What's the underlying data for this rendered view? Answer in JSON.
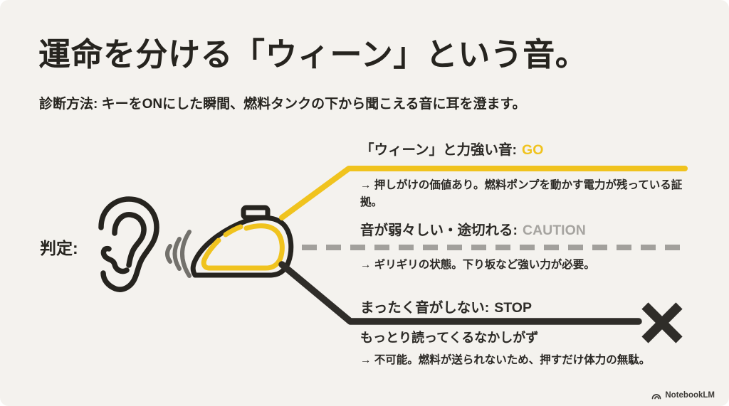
{
  "colors": {
    "bg": "#f4f2ee",
    "ink": "#26241f",
    "yellow": "#f0c31e",
    "gray": "#a2a09c",
    "dark": "#2f2d29",
    "wave": "#73716c",
    "text": "#2b2925",
    "caution": "#a6a4a0"
  },
  "title": "運命を分ける「ウィーン」という音。",
  "subtitle": "診断方法: キーをONにした瞬間、燃料タンクの下から聞こえる音に耳を澄ます。",
  "judgment": {
    "label": "判定:"
  },
  "branches": [
    {
      "label": "「ウィーン」と力強い音:",
      "verdict": "GO",
      "line_style": "solid-yellow",
      "description": "→ 押しがけの価値あり。燃料ポンプを動かす電力が残っている証拠。"
    },
    {
      "label": "音が弱々しい・途切れる:",
      "verdict": "CAUTION",
      "line_style": "dashed-gray",
      "description": "→ ギリギリの状態。下り坂など強い力が必要。"
    },
    {
      "label": "まったく音がしない:",
      "verdict": "STOP",
      "line_style": "solid-dark",
      "note": "もっとり読ってくるなかしがず",
      "description": "→ 不可能。燃料が送られないため、押すだけ体力の無駄。"
    }
  ],
  "icons": {
    "ear": "ear-icon",
    "sound_waves": "sound-waves-icon",
    "fuel_tank": "fuel-tank-icon",
    "x_mark": "x-mark-icon",
    "logo": "notebooklm-logo-icon"
  },
  "footer": {
    "brand": "NotebookLM"
  }
}
